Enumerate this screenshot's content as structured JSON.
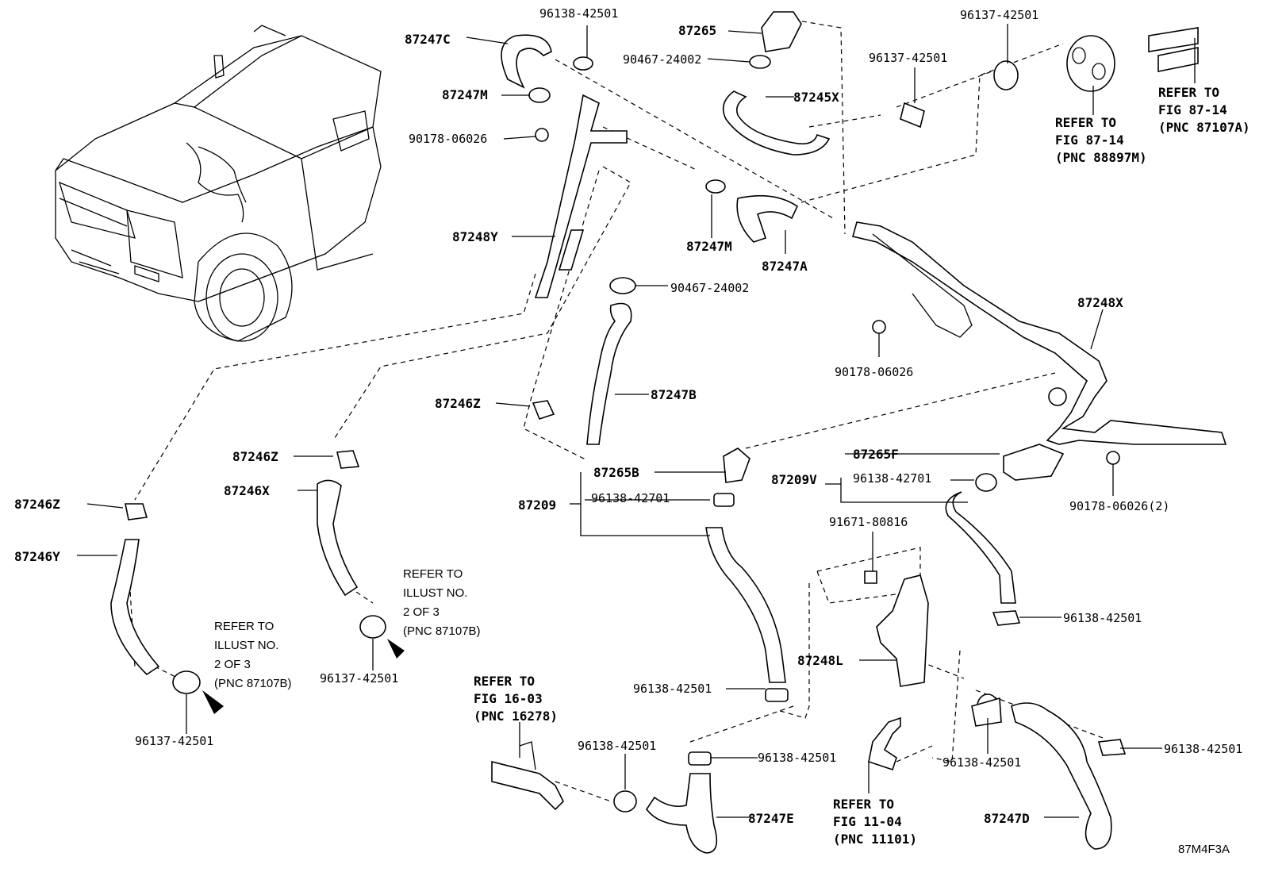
{
  "labels": {
    "p87247C": "87247C",
    "p96138_1": "96138-42501",
    "p87265": "87265",
    "p90467_1": "90467-24002",
    "p96137_1": "96137-42501",
    "p96137_2": "96137-42501",
    "p87247M_1": "87247M",
    "p87245X": "87245X",
    "p90178_1": "90178-06026",
    "p87248Y": "87248Y",
    "p87247M_2": "87247M",
    "p87247A": "87247A",
    "p90467_2": "90467-24002",
    "p90178_2": "90178-06026",
    "p87248X": "87248X",
    "p87247B": "87247B",
    "p87246Z_1": "87246Z",
    "p87265F": "87265F",
    "p87246Z_2": "87246Z",
    "p87265B": "87265B",
    "p87209V": "87209V",
    "p96138_42701_1": "96138-42701",
    "p90178_3": "90178-06026(2)",
    "p87246X": "87246X",
    "p87209": "87209",
    "p96138_42701_2": "96138-42701",
    "p87246Z_3": "87246Z",
    "p91671": "91671-80816",
    "p87246Y": "87246Y",
    "p96138_2": "96138-42501",
    "p87248L": "87248L",
    "p96137_3": "96137-42501",
    "p96138_3": "96138-42501",
    "p96137_4": "96137-42501",
    "p96138_4": "96138-42501",
    "p96138_5": "96138-42501",
    "p96138_6": "96138-42501",
    "p96138_7": "96138-42501",
    "p87247E": "87247E",
    "p87247D": "87247D"
  },
  "notes": {
    "ref_88897M": [
      "REFER TO",
      "FIG 87-14",
      "(PNC 88897M)"
    ],
    "ref_87107A": [
      "REFER TO",
      "FIG 87-14",
      "(PNC 87107A)"
    ],
    "ref_illust_1": [
      "REFER TO",
      "ILLUST NO.",
      "2 OF 3",
      "(PNC 87107B)"
    ],
    "ref_illust_2": [
      "REFER TO",
      "ILLUST NO.",
      "2 OF 3",
      "(PNC 87107B)"
    ],
    "ref_16278": [
      "REFER TO",
      "FIG 16-03",
      "(PNC 16278)"
    ],
    "ref_11101": [
      "REFER TO",
      "FIG 11-04",
      "(PNC 11101)"
    ]
  },
  "illustration_code": "87M4F3A"
}
